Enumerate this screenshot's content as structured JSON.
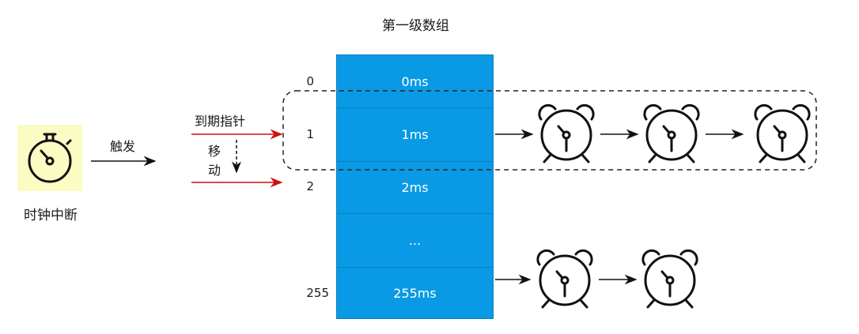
{
  "title": "第一级数组",
  "clock": {
    "label": "时钟中断",
    "icon": "stopwatch-icon",
    "bg_color": "#fafcc4"
  },
  "trigger": {
    "label": "触发"
  },
  "pointer": {
    "label": "到期指针",
    "move_label_1": "移",
    "move_label_2": "动",
    "arrow_color": "#cc1111"
  },
  "array": {
    "color": "#0a9ae5",
    "cells": [
      {
        "index": "0",
        "label": "0ms"
      },
      {
        "index": "1",
        "label": "1ms"
      },
      {
        "index": "2",
        "label": "2ms"
      },
      {
        "index": "",
        "label": "..."
      },
      {
        "index": "255",
        "label": "255ms"
      }
    ]
  },
  "timer_lists": [
    {
      "slot": "1ms",
      "timers": 3,
      "icon": "alarm-clock-icon"
    },
    {
      "slot": "255ms",
      "timers": 2,
      "icon": "alarm-clock-icon"
    }
  ]
}
